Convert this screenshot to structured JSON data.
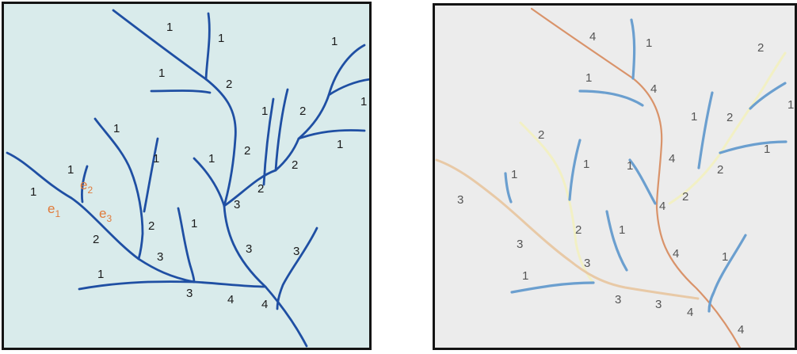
{
  "colors": {
    "left_stream": "#1f4fa3",
    "right_order1": "#6b9fcf",
    "right_order2": "#f2f0c4",
    "right_order3": "#e8c9a6",
    "right_order4": "#d9936a",
    "label_default": "#1a1a1a",
    "label_edge": "#e07a3a"
  },
  "left_labels": [
    {
      "text": "1"
    },
    {
      "text": "1"
    },
    {
      "text": "1"
    },
    {
      "text": "1"
    },
    {
      "text": "2"
    },
    {
      "text": "1"
    },
    {
      "text": "2"
    },
    {
      "text": "1"
    },
    {
      "text": "1"
    },
    {
      "text": "1"
    },
    {
      "text": "1"
    },
    {
      "text": "2"
    },
    {
      "text": "1"
    },
    {
      "text": "2"
    },
    {
      "text": "1"
    },
    {
      "text": "2"
    },
    {
      "text": "3"
    },
    {
      "text": "2"
    },
    {
      "text": "1"
    },
    {
      "text": "2"
    },
    {
      "text": "3"
    },
    {
      "text": "3"
    },
    {
      "text": "1"
    },
    {
      "text": "1"
    },
    {
      "text": "3"
    },
    {
      "text": "3"
    },
    {
      "text": "4"
    },
    {
      "text": "4"
    }
  ],
  "edge_labels": [
    {
      "base": "e",
      "sub": "1"
    },
    {
      "base": "e",
      "sub": "2"
    },
    {
      "base": "e",
      "sub": "3"
    }
  ],
  "right_labels": [
    {
      "text": "4"
    },
    {
      "text": "1"
    },
    {
      "text": "2"
    },
    {
      "text": "1"
    },
    {
      "text": "4"
    },
    {
      "text": "1"
    },
    {
      "text": "1"
    },
    {
      "text": "2"
    },
    {
      "text": "2"
    },
    {
      "text": "1"
    },
    {
      "text": "1"
    },
    {
      "text": "1"
    },
    {
      "text": "4"
    },
    {
      "text": "2"
    },
    {
      "text": "1"
    },
    {
      "text": "3"
    },
    {
      "text": "2"
    },
    {
      "text": "4"
    },
    {
      "text": "2"
    },
    {
      "text": "1"
    },
    {
      "text": "3"
    },
    {
      "text": "4"
    },
    {
      "text": "1"
    },
    {
      "text": "3"
    },
    {
      "text": "1"
    },
    {
      "text": "3"
    },
    {
      "text": "3"
    },
    {
      "text": "4"
    },
    {
      "text": "4"
    }
  ]
}
